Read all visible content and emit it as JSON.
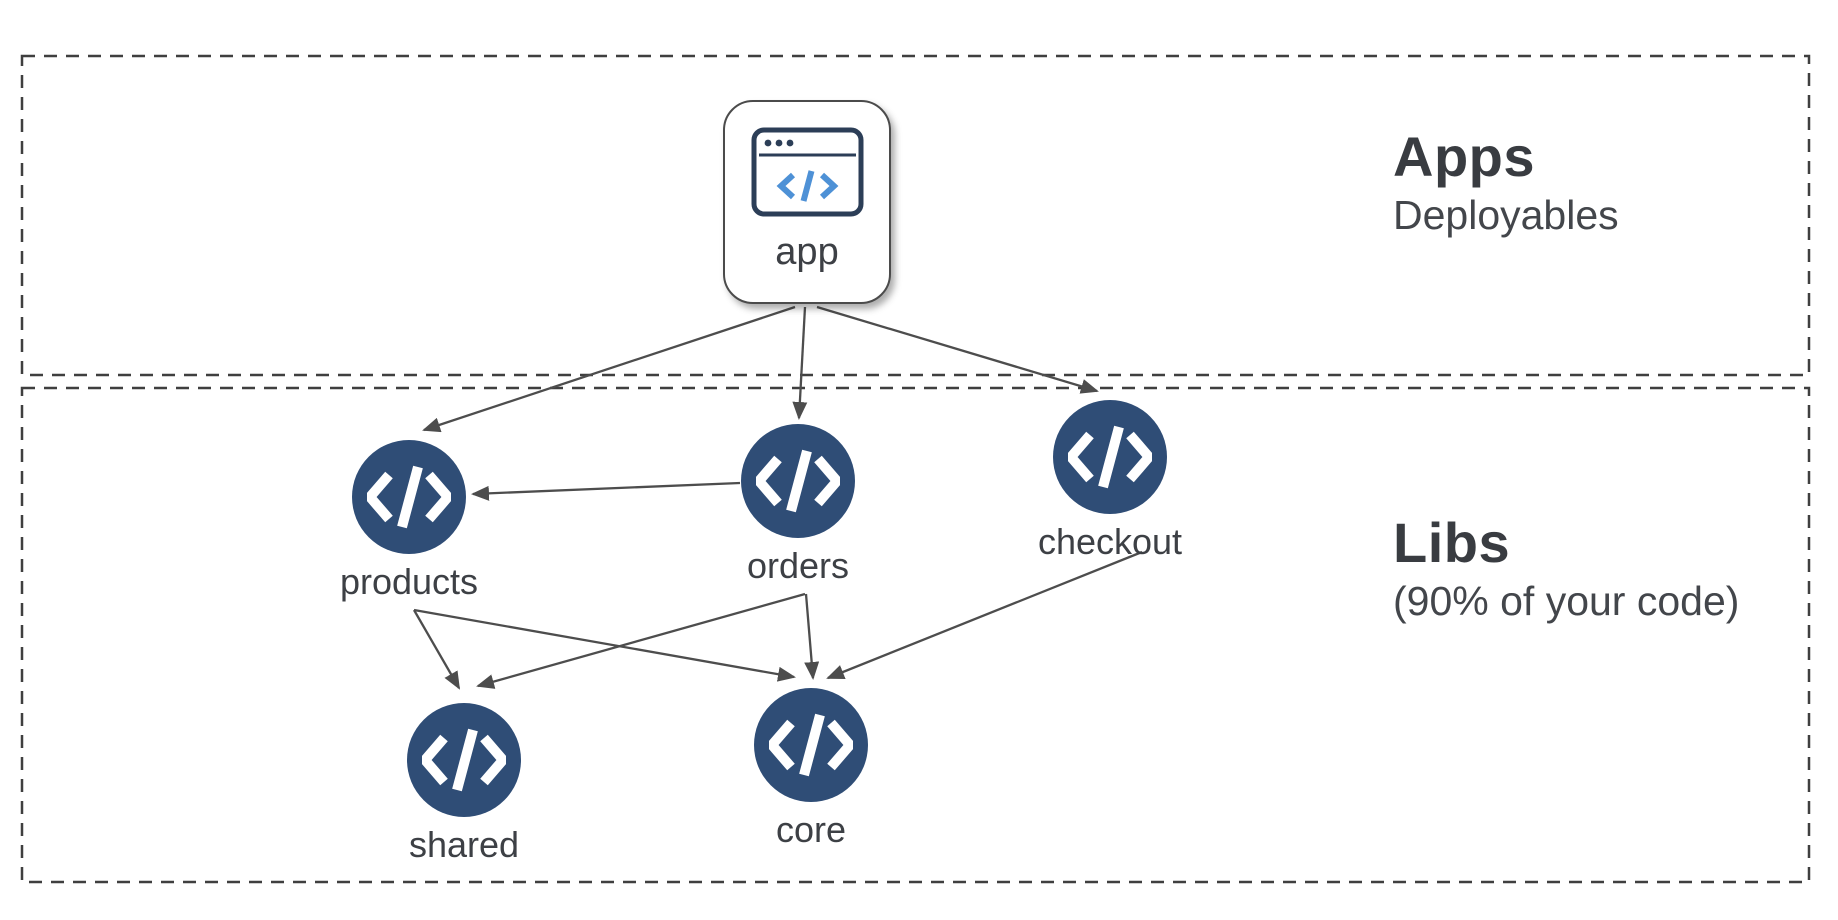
{
  "sections": {
    "apps": {
      "title": "Apps",
      "subtitle": "Deployables"
    },
    "libs": {
      "title": "Libs",
      "subtitle": "(90% of your code)"
    }
  },
  "nodes": {
    "app": {
      "label": "app",
      "type": "application",
      "icon": "browser-code-icon"
    },
    "products": {
      "label": "products",
      "type": "library",
      "icon": "code-icon"
    },
    "orders": {
      "label": "orders",
      "type": "library",
      "icon": "code-icon"
    },
    "checkout": {
      "label": "checkout",
      "type": "library",
      "icon": "code-icon"
    },
    "shared": {
      "label": "shared",
      "type": "library",
      "icon": "code-icon"
    },
    "core": {
      "label": "core",
      "type": "library",
      "icon": "code-icon"
    }
  },
  "edges": [
    {
      "from": "app",
      "to": "products"
    },
    {
      "from": "app",
      "to": "orders"
    },
    {
      "from": "app",
      "to": "checkout"
    },
    {
      "from": "orders",
      "to": "products"
    },
    {
      "from": "products",
      "to": "shared"
    },
    {
      "from": "products",
      "to": "core"
    },
    {
      "from": "orders",
      "to": "shared"
    },
    {
      "from": "orders",
      "to": "core"
    },
    {
      "from": "checkout",
      "to": "core"
    }
  ],
  "colors": {
    "node_fill": "#2f4d76",
    "node_glyph": "#ffffff",
    "arrow": "#4d4d4d",
    "box_border": "#3f3f3f",
    "text": "#3c4043",
    "app_icon_stroke": "#2c3e57",
    "app_icon_accent": "#4e91d6"
  }
}
